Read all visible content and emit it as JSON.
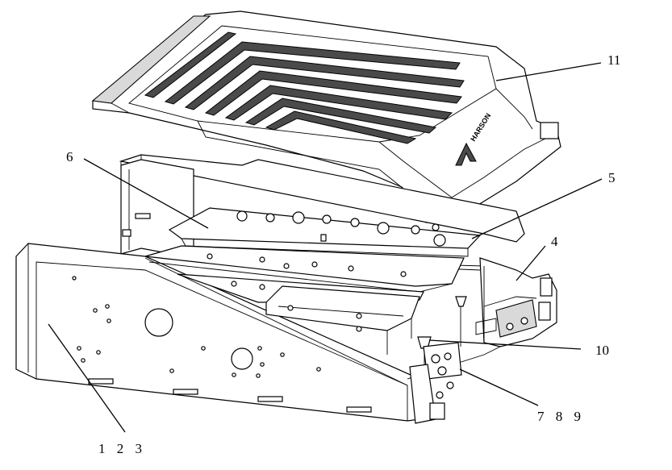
{
  "labels": {
    "l11": "11",
    "l6": "6",
    "l5": "5",
    "l4": "4",
    "l10": "10",
    "l789": "7 8 9",
    "l123": "1 2 3"
  },
  "logo_text": "HARSON"
}
